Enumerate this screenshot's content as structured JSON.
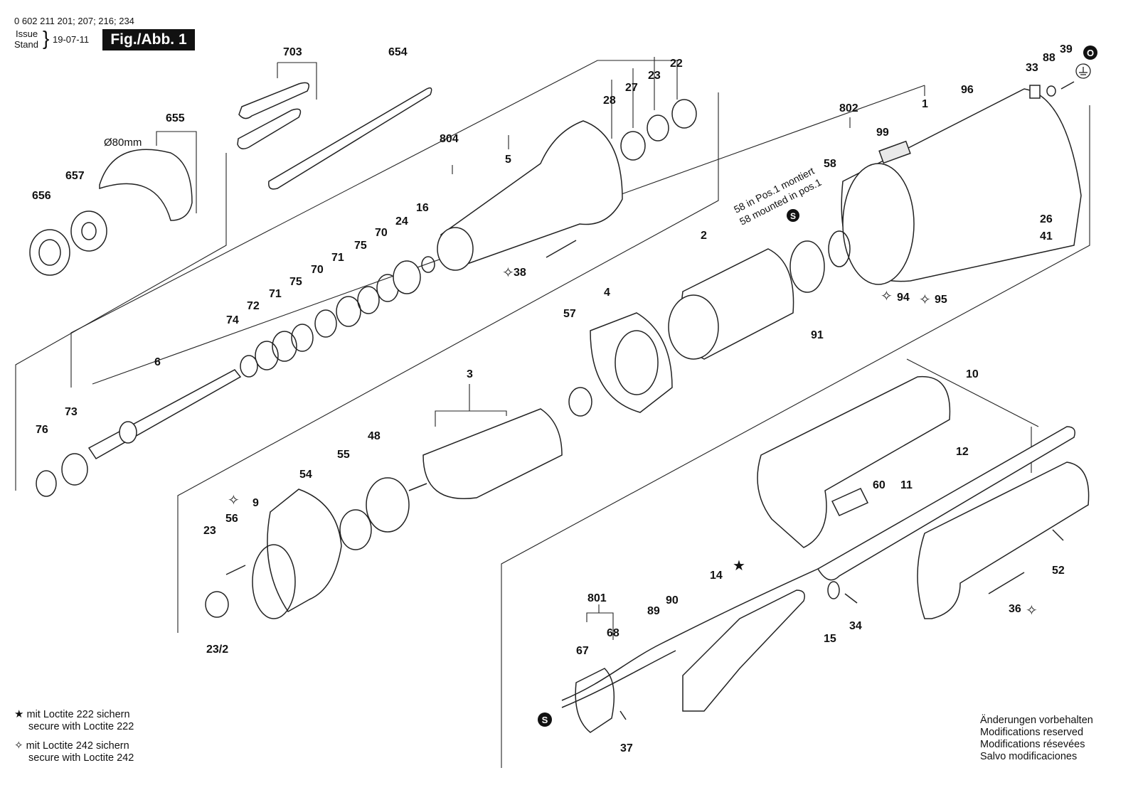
{
  "header": {
    "part_numbers": "0 602 211 201; 207; 216; 234",
    "issue_label": "Issue",
    "stand_label": "Stand",
    "date": "19-07-11",
    "figure": "Fig./Abb. 1"
  },
  "notes": {
    "loctite_222_de": "mit Loctite 222 sichern",
    "loctite_222_en": "secure with Loctite 222",
    "loctite_242_de": "mit Loctite 242 sichern",
    "loctite_242_en": "secure with Loctite 242",
    "mod_de": "Änderungen vorbehalten",
    "mod_en": "Modifications reserved",
    "mod_fr": "Modifications résevées",
    "mod_es": "Salvo modificaciones"
  },
  "annotations": {
    "disc_size": "Ø80mm",
    "mounted_de": "58 in Pos.1 montiert",
    "mounted_en": "58 mounted in pos.1",
    "s_mark": "S",
    "o_mark": "O"
  },
  "callouts": [
    "703",
    "654",
    "22",
    "23",
    "27",
    "28",
    "655",
    "Ø80mm",
    "657",
    "656",
    "804",
    "5",
    "16",
    "24",
    "70",
    "75",
    "71",
    "70",
    "75",
    "71",
    "72",
    "74",
    "6",
    "73",
    "76",
    "38",
    "802",
    "1",
    "96",
    "99",
    "58",
    "33",
    "88",
    "39",
    "2",
    "26",
    "41",
    "94",
    "95",
    "91",
    "4",
    "57",
    "3",
    "48",
    "55",
    "54",
    "9",
    "56",
    "23",
    "23/2",
    "10",
    "12",
    "60",
    "11",
    "14",
    "90",
    "89",
    "801",
    "68",
    "67",
    "15",
    "34",
    "52",
    "36",
    "37"
  ]
}
